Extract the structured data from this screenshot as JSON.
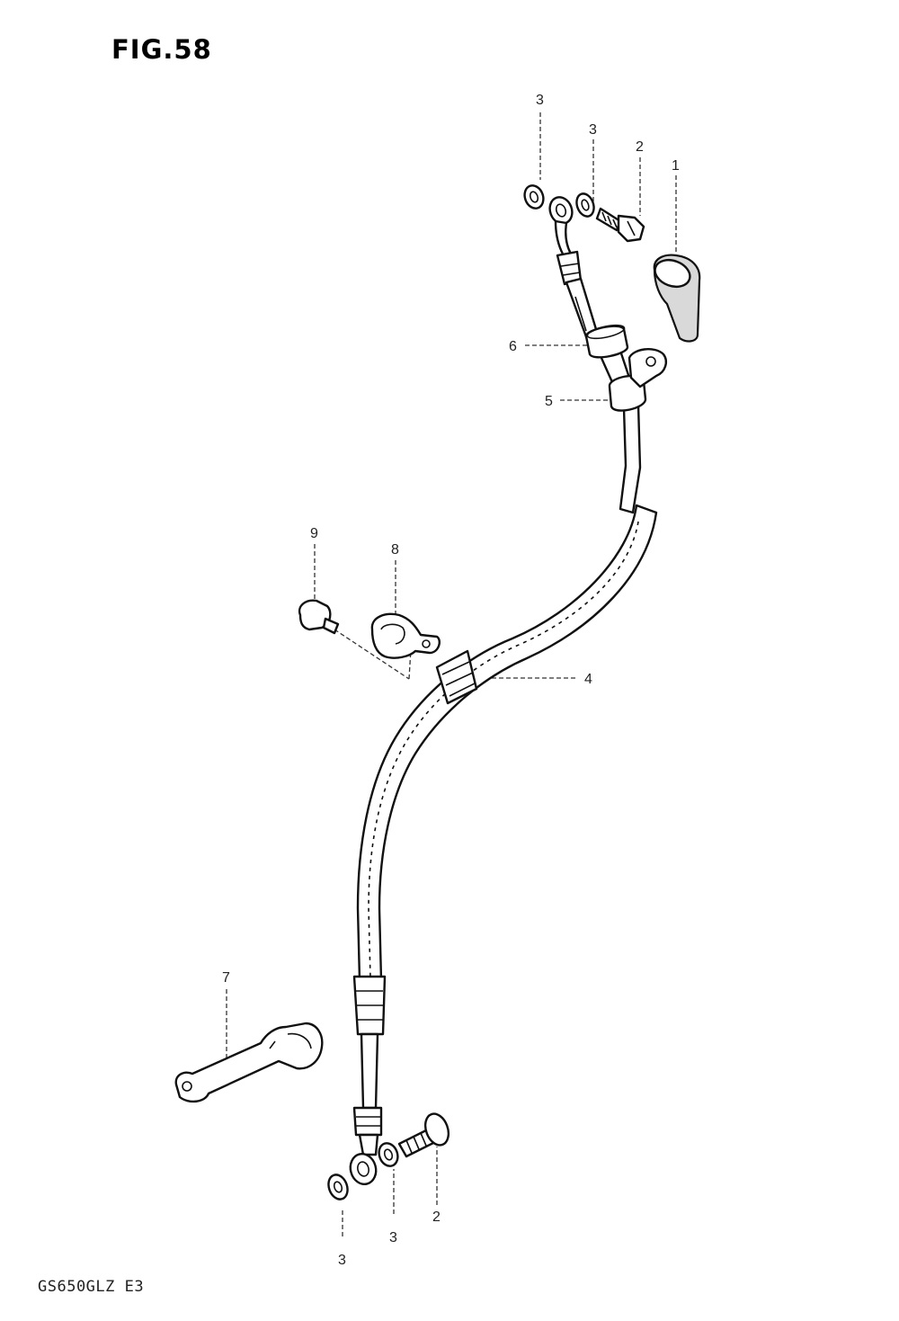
{
  "figure": {
    "title": "FIG.58",
    "model_code": "GS650GLZ E3"
  },
  "callouts": {
    "cap": "1",
    "union_bolt_top": "2",
    "union_bolt_bottom": "2",
    "gasket_top_left": "3",
    "gasket_top_right": "3",
    "gasket_bottom_left": "3",
    "gasket_bottom_right": "3",
    "brake_hose": "4",
    "hose_clamp": "5",
    "grommet": "6",
    "bracket": "7",
    "clamp": "8",
    "clamp_bolt": "9"
  }
}
